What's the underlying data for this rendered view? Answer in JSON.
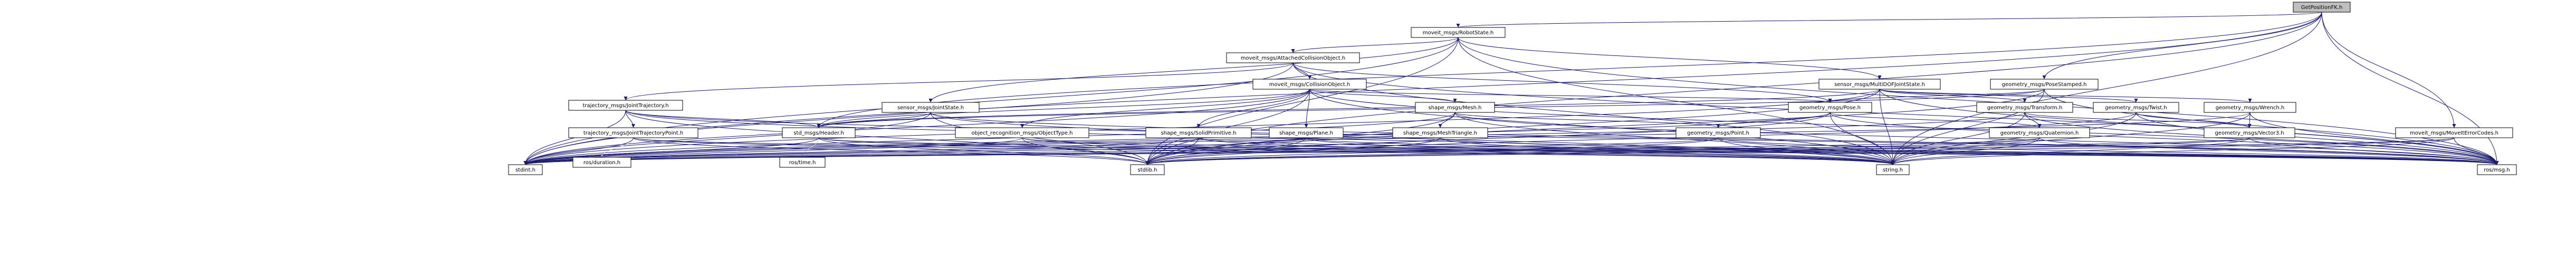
{
  "diagram": {
    "title": "GetPositionFK.h",
    "colors": {
      "root_fill": "#bfbfbf",
      "node_fill": "#ffffff",
      "node_stroke": "#000000",
      "system_stroke": "#bfbfbf",
      "edge": "#191970",
      "system_edge": "#d3d3d3"
    },
    "nodes": [
      {
        "id": "root",
        "label": "GetPositionFK.h",
        "kind": "root"
      },
      {
        "id": "robotstate",
        "label": "moveit_msgs/RobotState.h",
        "kind": "file"
      },
      {
        "id": "attached",
        "label": "moveit_msgs/AttachedCollisionObject.h",
        "kind": "file"
      },
      {
        "id": "collobj",
        "label": "moveit_msgs/CollisionObject.h",
        "kind": "file"
      },
      {
        "id": "mdof",
        "label": "sensor_msgs/MultiDOFJointState.h",
        "kind": "file"
      },
      {
        "id": "posestamped",
        "label": "geometry_msgs/PoseStamped.h",
        "kind": "file"
      },
      {
        "id": "trajectory",
        "label": "trajectory_msgs/JointTrajectory.h",
        "kind": "file"
      },
      {
        "id": "jointstate",
        "label": "sensor_msgs/JointState.h",
        "kind": "file"
      },
      {
        "id": "mesh",
        "label": "shape_msgs/Mesh.h",
        "kind": "file"
      },
      {
        "id": "pose",
        "label": "geometry_msgs/Pose.h",
        "kind": "file"
      },
      {
        "id": "transform",
        "label": "geometry_msgs/Transform.h",
        "kind": "file"
      },
      {
        "id": "twist",
        "label": "geometry_msgs/Twist.h",
        "kind": "file"
      },
      {
        "id": "wrench",
        "label": "geometry_msgs/Wrench.h",
        "kind": "file"
      },
      {
        "id": "trajpoint",
        "label": "trajectory_msgs/JointTrajectoryPoint.h",
        "kind": "file"
      },
      {
        "id": "header",
        "label": "std_msgs/Header.h",
        "kind": "file"
      },
      {
        "id": "objtype",
        "label": "object_recognition_msgs/ObjectType.h",
        "kind": "file"
      },
      {
        "id": "solid",
        "label": "shape_msgs/SolidPrimitive.h",
        "kind": "file"
      },
      {
        "id": "plane",
        "label": "shape_msgs/Plane.h",
        "kind": "file"
      },
      {
        "id": "meshtri",
        "label": "shape_msgs/MeshTriangle.h",
        "kind": "file"
      },
      {
        "id": "point",
        "label": "geometry_msgs/Point.h",
        "kind": "file"
      },
      {
        "id": "quaternion",
        "label": "geometry_msgs/Quaternion.h",
        "kind": "file"
      },
      {
        "id": "vector3",
        "label": "geometry_msgs/Vector3.h",
        "kind": "file"
      },
      {
        "id": "errcodes",
        "label": "moveit_msgs/MoveItErrorCodes.h",
        "kind": "file"
      },
      {
        "id": "rosduration",
        "label": "ros/duration.h",
        "kind": "system"
      },
      {
        "id": "rostime",
        "label": "ros/time.h",
        "kind": "system"
      },
      {
        "id": "stdint",
        "label": "stdint.h",
        "kind": "file"
      },
      {
        "id": "stdlib",
        "label": "stdlib.h",
        "kind": "file"
      },
      {
        "id": "string",
        "label": "string.h",
        "kind": "file"
      },
      {
        "id": "rosmsg",
        "label": "ros/msg.h",
        "kind": "file"
      }
    ],
    "edges": [
      [
        "root",
        "robotstate"
      ],
      [
        "root",
        "posestamped"
      ],
      [
        "root",
        "errcodes"
      ],
      [
        "root",
        "header"
      ],
      [
        "root",
        "stdint"
      ],
      [
        "root",
        "stdlib"
      ],
      [
        "root",
        "string"
      ],
      [
        "root",
        "rosmsg"
      ],
      [
        "robotstate",
        "attached"
      ],
      [
        "robotstate",
        "mdof"
      ],
      [
        "robotstate",
        "jointstate"
      ],
      [
        "robotstate",
        "stdint"
      ],
      [
        "robotstate",
        "stdlib"
      ],
      [
        "robotstate",
        "string"
      ],
      [
        "robotstate",
        "rosmsg"
      ],
      [
        "attached",
        "collobj"
      ],
      [
        "attached",
        "trajectory"
      ],
      [
        "attached",
        "pose"
      ],
      [
        "attached",
        "stdint"
      ],
      [
        "attached",
        "string"
      ],
      [
        "attached",
        "rosmsg"
      ],
      [
        "collobj",
        "mesh"
      ],
      [
        "collobj",
        "pose"
      ],
      [
        "collobj",
        "header"
      ],
      [
        "collobj",
        "objtype"
      ],
      [
        "collobj",
        "solid"
      ],
      [
        "collobj",
        "plane"
      ],
      [
        "collobj",
        "stdint"
      ],
      [
        "collobj",
        "stdlib"
      ],
      [
        "collobj",
        "string"
      ],
      [
        "collobj",
        "rosmsg"
      ],
      [
        "mdof",
        "transform"
      ],
      [
        "mdof",
        "twist"
      ],
      [
        "mdof",
        "wrench"
      ],
      [
        "mdof",
        "header"
      ],
      [
        "mdof",
        "stdint"
      ],
      [
        "mdof",
        "stdlib"
      ],
      [
        "mdof",
        "string"
      ],
      [
        "mdof",
        "rosmsg"
      ],
      [
        "posestamped",
        "pose"
      ],
      [
        "posestamped",
        "header"
      ],
      [
        "posestamped",
        "stdlib"
      ],
      [
        "posestamped",
        "string"
      ],
      [
        "posestamped",
        "rosmsg"
      ],
      [
        "trajectory",
        "trajpoint"
      ],
      [
        "trajectory",
        "header"
      ],
      [
        "trajectory",
        "stdint"
      ],
      [
        "trajectory",
        "stdlib"
      ],
      [
        "trajectory",
        "string"
      ],
      [
        "trajectory",
        "rosmsg"
      ],
      [
        "jointstate",
        "header"
      ],
      [
        "jointstate",
        "stdint"
      ],
      [
        "jointstate",
        "stdlib"
      ],
      [
        "jointstate",
        "string"
      ],
      [
        "jointstate",
        "rosmsg"
      ],
      [
        "mesh",
        "meshtri"
      ],
      [
        "mesh",
        "point"
      ],
      [
        "mesh",
        "stdint"
      ],
      [
        "mesh",
        "stdlib"
      ],
      [
        "mesh",
        "string"
      ],
      [
        "mesh",
        "rosmsg"
      ],
      [
        "pose",
        "point"
      ],
      [
        "pose",
        "quaternion"
      ],
      [
        "pose",
        "stdint"
      ],
      [
        "pose",
        "stdlib"
      ],
      [
        "pose",
        "string"
      ],
      [
        "pose",
        "rosmsg"
      ],
      [
        "transform",
        "vector3"
      ],
      [
        "transform",
        "quaternion"
      ],
      [
        "transform",
        "stdint"
      ],
      [
        "transform",
        "string"
      ],
      [
        "transform",
        "rosmsg"
      ],
      [
        "twist",
        "vector3"
      ],
      [
        "twist",
        "stdlib"
      ],
      [
        "twist",
        "string"
      ],
      [
        "twist",
        "rosmsg"
      ],
      [
        "wrench",
        "vector3"
      ],
      [
        "wrench",
        "stdint"
      ],
      [
        "wrench",
        "string"
      ],
      [
        "wrench",
        "rosmsg"
      ],
      [
        "trajpoint",
        "rosduration"
      ],
      [
        "trajpoint",
        "stdint"
      ],
      [
        "trajpoint",
        "stdlib"
      ],
      [
        "trajpoint",
        "string"
      ],
      [
        "trajpoint",
        "rosmsg"
      ],
      [
        "header",
        "rostime"
      ],
      [
        "header",
        "stdint"
      ],
      [
        "header",
        "stdlib"
      ],
      [
        "header",
        "string"
      ],
      [
        "header",
        "rosmsg"
      ],
      [
        "objtype",
        "stdint"
      ],
      [
        "objtype",
        "stdlib"
      ],
      [
        "objtype",
        "string"
      ],
      [
        "objtype",
        "rosmsg"
      ],
      [
        "solid",
        "stdint"
      ],
      [
        "solid",
        "stdlib"
      ],
      [
        "solid",
        "string"
      ],
      [
        "solid",
        "rosmsg"
      ],
      [
        "plane",
        "stdint"
      ],
      [
        "plane",
        "stdlib"
      ],
      [
        "plane",
        "string"
      ],
      [
        "plane",
        "rosmsg"
      ],
      [
        "meshtri",
        "stdint"
      ],
      [
        "meshtri",
        "stdlib"
      ],
      [
        "meshtri",
        "string"
      ],
      [
        "meshtri",
        "rosmsg"
      ],
      [
        "point",
        "stdint"
      ],
      [
        "point",
        "stdlib"
      ],
      [
        "point",
        "string"
      ],
      [
        "point",
        "rosmsg"
      ],
      [
        "quaternion",
        "stdint"
      ],
      [
        "quaternion",
        "stdlib"
      ],
      [
        "quaternion",
        "string"
      ],
      [
        "quaternion",
        "rosmsg"
      ],
      [
        "vector3",
        "stdint"
      ],
      [
        "vector3",
        "stdlib"
      ],
      [
        "vector3",
        "string"
      ],
      [
        "vector3",
        "rosmsg"
      ],
      [
        "errcodes",
        "stdint"
      ],
      [
        "errcodes",
        "stdlib"
      ],
      [
        "errcodes",
        "string"
      ],
      [
        "errcodes",
        "rosmsg"
      ]
    ]
  }
}
